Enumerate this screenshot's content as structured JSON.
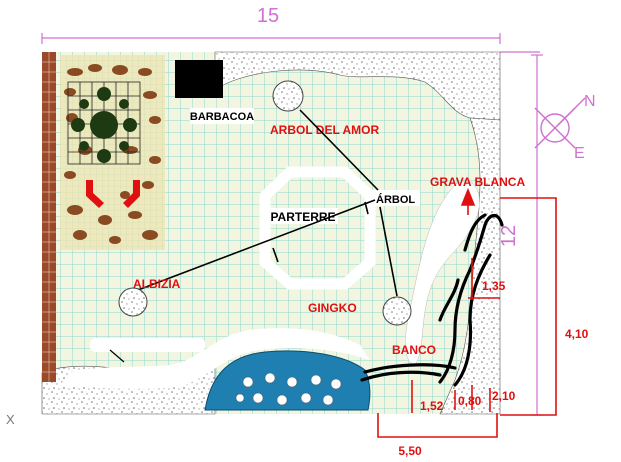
{
  "dimensions": {
    "width_total": "15",
    "height_total": "12",
    "d_1_35": "1,35",
    "d_4_10": "4,10",
    "d_1_52": "1,52",
    "d_0_80": "0,80",
    "d_2_10": "2,10",
    "d_5_50": "5,50"
  },
  "labels": {
    "barbacoa": "BARBACOA",
    "arbol_del_amor": "ARBOL DEL AMOR",
    "arbol": "ÁRBOL",
    "parterre": "PARTERRE",
    "grava_blanca": "GRAVA BLANCA",
    "albizia": "ALBIZIA",
    "gingko": "GINGKO",
    "banco": "BANCO"
  },
  "compass": {
    "north": "N",
    "east": "E"
  },
  "corner_mark": "X",
  "colors": {
    "lawn": "#f2f5df",
    "grid": "#8fd8cf",
    "frame": "#d070d0",
    "annotation_red": "#e01010",
    "pond": "#1e7fb0",
    "brick": "#9a4a2a",
    "bark": "#8a4a22",
    "tree_dark": "#1e3a12"
  }
}
